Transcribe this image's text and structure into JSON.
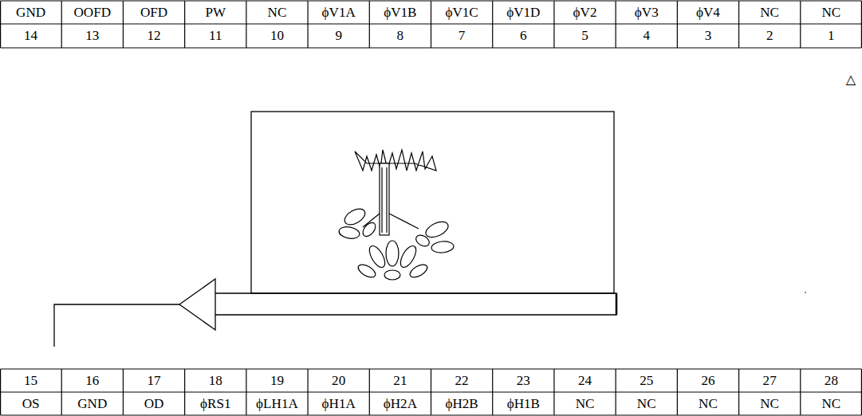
{
  "diagram": {
    "labels": [
      "GND",
      "OOFD",
      "OFD",
      "PW",
      "NC",
      "ϕV1A",
      "ϕV1B",
      "ϕV1C",
      "ϕV1D",
      "ϕV2",
      "ϕV3",
      "ϕV4",
      "NC",
      "NC",
      "14",
      "13",
      "12",
      "11",
      "10",
      "9",
      "8",
      "7",
      "6",
      "5",
      "4",
      "3",
      "2",
      "1",
      "15",
      "16",
      "17",
      "18",
      "19",
      "20",
      "21",
      "22",
      "23",
      "24",
      "25",
      "26",
      "27",
      "28",
      "OS",
      "GND",
      "OD",
      "ϕRS1",
      "ϕLH1A",
      "ϕH1A",
      "ϕH2A",
      "ϕH2B",
      "ϕH1B",
      "NC",
      "NC",
      "NC",
      "NC",
      "NC",
      "△"
    ]
  }
}
